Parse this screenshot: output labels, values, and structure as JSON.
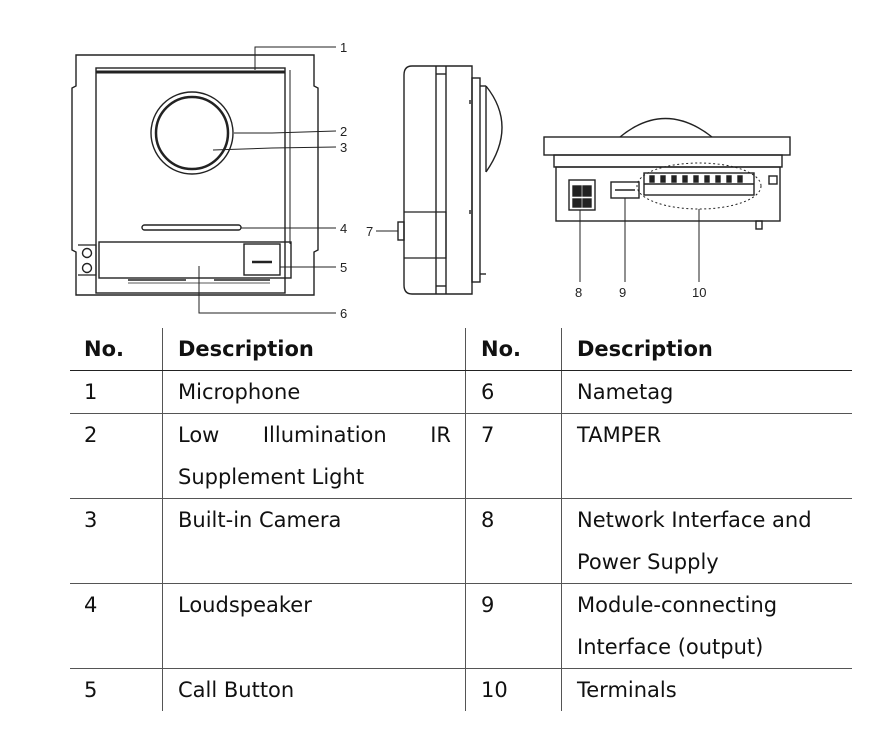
{
  "callouts": [
    "1",
    "2",
    "3",
    "4",
    "5",
    "6",
    "7",
    "8",
    "9",
    "10"
  ],
  "table": {
    "headers": [
      "No.",
      "Description",
      "No.",
      "Description"
    ],
    "rows": [
      {
        "no1": "1",
        "desc1": "Microphone",
        "no2": "6",
        "desc2": "Nametag"
      },
      {
        "no1": "2",
        "desc1_line1": "Low Illumination IR",
        "desc1_line2": "Supplement Light",
        "no2": "7",
        "desc2": "TAMPER"
      },
      {
        "no1": "3",
        "desc1": "Built-in Camera",
        "no2": "8",
        "desc2": "Network Interface and Power Supply"
      },
      {
        "no1": "4",
        "desc1": "Loudspeaker",
        "no2": "9",
        "desc2": "Module-connecting Interface (output)"
      },
      {
        "no1": "5",
        "desc1": "Call Button",
        "no2": "10",
        "desc2": "Terminals"
      }
    ]
  }
}
